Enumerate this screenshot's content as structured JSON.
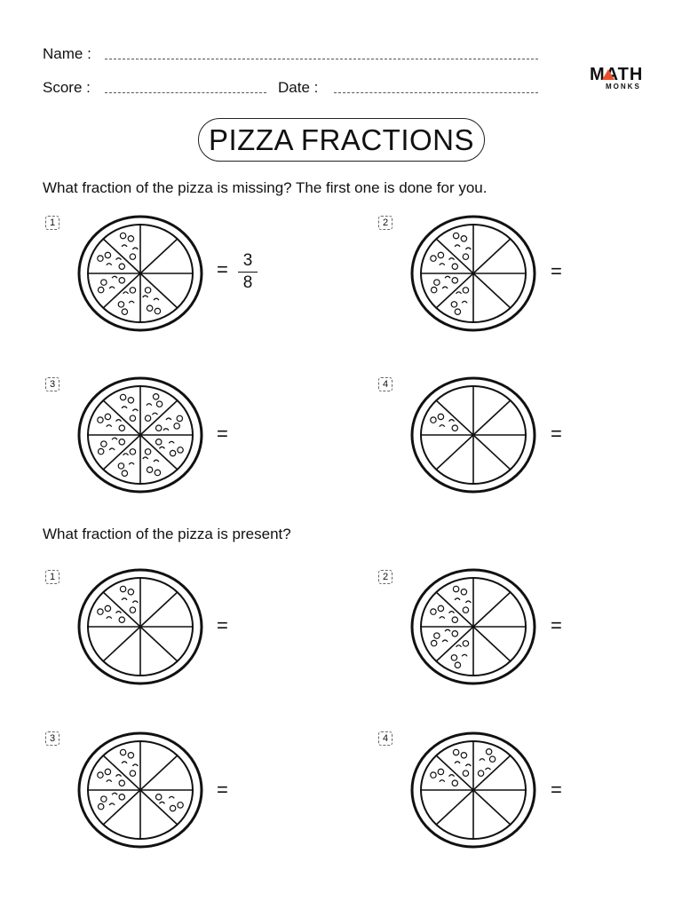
{
  "header": {
    "name_label": "Name :",
    "score_label": "Score :",
    "date_label": "Date :"
  },
  "logo": {
    "main": "MATH",
    "sub": "MONKS"
  },
  "title": "PIZZA FRACTIONS",
  "section1": {
    "instruction": "What fraction of the pizza is missing? The first one is done for you.",
    "problems": [
      {
        "number": "1",
        "eq": "=",
        "answer_num": "3",
        "answer_den": "8",
        "topping_slices": [
          3,
          4,
          5,
          6,
          7
        ]
      },
      {
        "number": "2",
        "eq": "=",
        "topping_slices": [
          4,
          5,
          6,
          7
        ]
      },
      {
        "number": "3",
        "eq": "=",
        "topping_slices": [
          0,
          1,
          2,
          3,
          4,
          5,
          6,
          7
        ]
      },
      {
        "number": "4",
        "eq": "=",
        "topping_slices": [
          6
        ]
      }
    ]
  },
  "section2": {
    "instruction": "What fraction of the pizza is present?",
    "problems": [
      {
        "number": "1",
        "eq": "=",
        "topping_slices": [
          6,
          7
        ]
      },
      {
        "number": "2",
        "eq": "=",
        "topping_slices": [
          4,
          5,
          6,
          7
        ]
      },
      {
        "number": "3",
        "eq": "=",
        "topping_slices": [
          2,
          5,
          6,
          7
        ]
      },
      {
        "number": "4",
        "eq": "=",
        "topping_slices": [
          6,
          7,
          0
        ]
      }
    ]
  },
  "colors": {
    "ink": "#111111",
    "dash": "#555555",
    "logo_accent": "#e8502c"
  }
}
